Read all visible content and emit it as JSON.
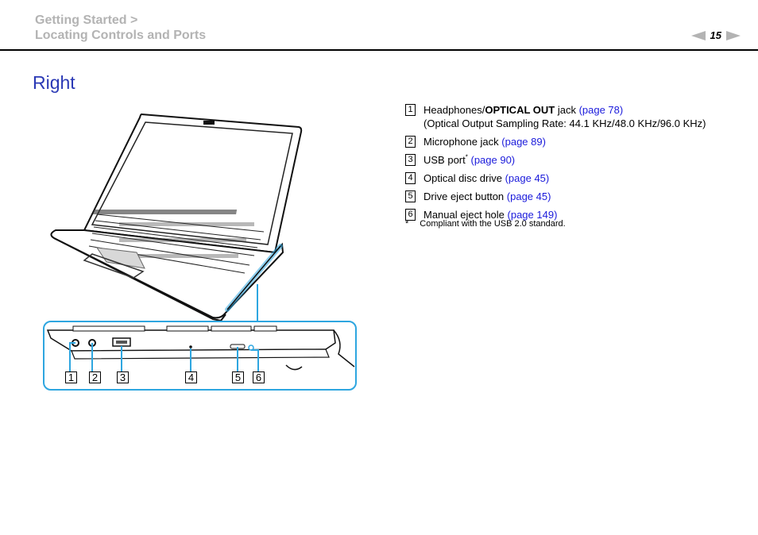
{
  "header": {
    "breadcrumb_line1": "Getting Started >",
    "breadcrumb_line2": "Locating Controls and Ports",
    "page_number": "15"
  },
  "section_title": "Right",
  "items": [
    {
      "num": "1",
      "text_before": "Headphones/",
      "bold": "OPTICAL OUT",
      "text_after": " jack ",
      "link": "(page 78)",
      "line2": "(Optical Output Sampling Rate: 44.1 KHz/48.0 KHz/96.0 KHz)"
    },
    {
      "num": "2",
      "text": "Microphone jack ",
      "link": "(page 89)"
    },
    {
      "num": "3",
      "text": "USB port",
      "sup": "*",
      "link": " (page 90)"
    },
    {
      "num": "4",
      "text": "Optical disc drive ",
      "link": "(page 45)"
    },
    {
      "num": "5",
      "text": "Drive eject button ",
      "link": "(page 45)"
    },
    {
      "num": "6",
      "text": "Manual eject hole ",
      "link": "(page 149)"
    }
  ],
  "footnote": {
    "mark": "*",
    "text": "Compliant with the USB 2.0 standard."
  },
  "callouts": [
    "1",
    "2",
    "3",
    "4",
    "5",
    "6"
  ],
  "colors": {
    "accent": "#2b39b5",
    "link": "#1a1adb",
    "callout_frame": "#2ea6e0",
    "header_gray": "#b3b3b3"
  },
  "icons": {
    "prev": "left-arrow-icon",
    "next": "right-arrow-icon"
  }
}
